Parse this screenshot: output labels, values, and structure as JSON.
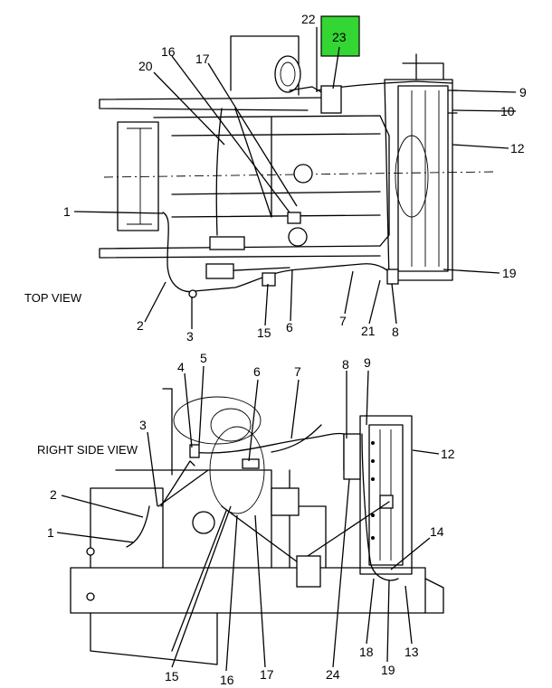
{
  "views": {
    "top": "TOP VIEW",
    "side": "RIGHT SIDE VIEW"
  },
  "highlight": {
    "label": "23",
    "color": "#33d633"
  },
  "callouts_top": [
    "22",
    "16",
    "17",
    "20",
    "9",
    "10",
    "12",
    "1",
    "19",
    "2",
    "3",
    "15",
    "6",
    "7",
    "21",
    "8"
  ],
  "callouts_side": [
    "4",
    "5",
    "6",
    "7",
    "8",
    "9",
    "3",
    "12",
    "2",
    "1",
    "14",
    "18",
    "13",
    "15",
    "16",
    "17",
    "24",
    "19"
  ]
}
